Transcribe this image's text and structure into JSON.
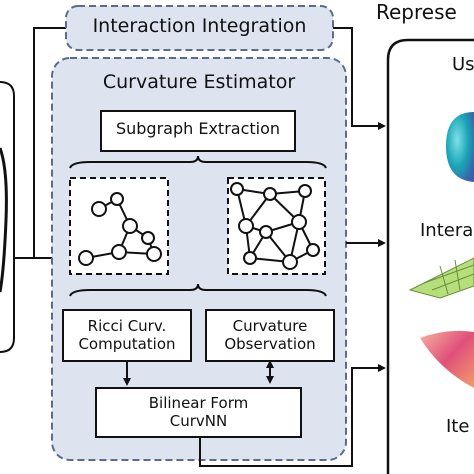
{
  "interaction_integration": {
    "label": "Interaction Integration"
  },
  "curvature_estimator": {
    "title": "Curvature Estimator",
    "subgraph_extraction": "Subgraph Extraction",
    "ricci": {
      "line1": "Ricci Curv.",
      "line2": "Computation"
    },
    "observation": {
      "line1": "Curvature",
      "line2": "Observation"
    },
    "bilinear": {
      "line1": "Bilinear Form",
      "line2": "CurvNN"
    }
  },
  "representation": {
    "title_partial": "Represe",
    "user_partial": "Us",
    "interaction_partial": "Intera",
    "item_partial": "Ite"
  },
  "colors": {
    "estimator_fill": "#dde3ef",
    "estimator_border": "#5a6b8c",
    "integration_fill": "#dde3ef",
    "node_fill": "#ffffff",
    "line": "#111111",
    "sphere": "#1aa6b7",
    "bowl": "#e0507a",
    "grid_plane": "#b6df7a"
  }
}
